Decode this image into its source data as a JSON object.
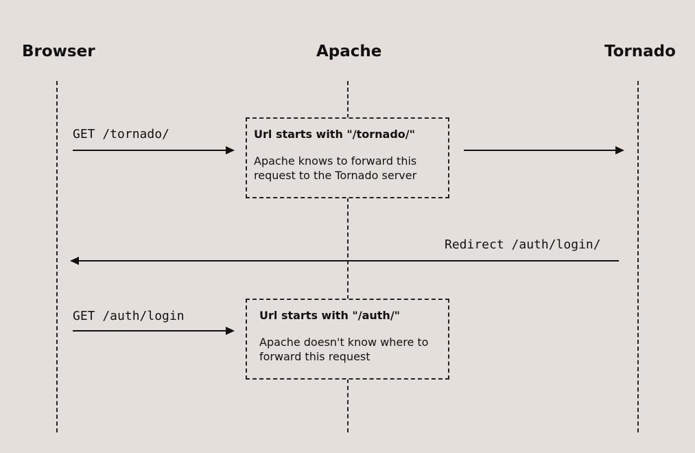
{
  "actors": {
    "browser": "Browser",
    "apache": "Apache",
    "tornado": "Tornado"
  },
  "messages": {
    "get_tornado": "GET /tornado/",
    "redirect": "Redirect /auth/login/",
    "get_auth": "GET /auth/login"
  },
  "notes": {
    "first": {
      "title": "Url starts with \"/tornado/\"",
      "body": "Apache knows to forward this request to the Tornado server"
    },
    "second": {
      "title": "Url starts with \"/auth/\"",
      "body": "Apache doesn't know where to forward this request"
    }
  }
}
